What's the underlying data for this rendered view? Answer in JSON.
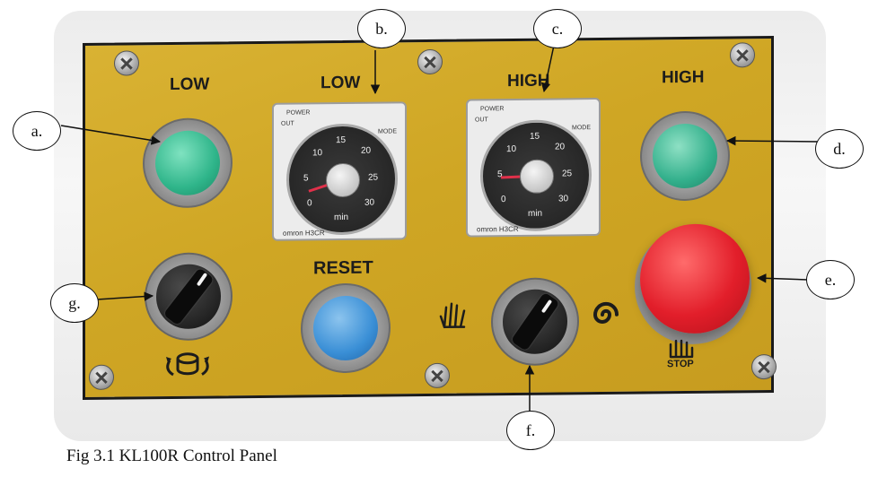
{
  "panel": {
    "labels": {
      "top_left": "LOW",
      "timer_left": "LOW",
      "timer_right": "HIGH",
      "top_right": "HIGH",
      "reset": "RESET",
      "stop": "STOP"
    },
    "timers": [
      {
        "power": "POWER",
        "out": "OUT",
        "mode": "MODE",
        "unit": "min",
        "brand": "omron H3CR",
        "ticks": [
          "0",
          "5",
          "10",
          "15",
          "20",
          "25",
          "30"
        ]
      },
      {
        "power": "POWER",
        "out": "OUT",
        "mode": "MODE",
        "unit": "min",
        "brand": "omron H3CR",
        "ticks": [
          "0",
          "5",
          "10",
          "15",
          "20",
          "25",
          "30"
        ]
      }
    ],
    "lamp_colors": {
      "green_left": "#2fb58a",
      "green_right": "#33b08c",
      "blue_reset": "#3a8fd6",
      "estop_red": "#e21e2a",
      "panel_yellow": "#cfa624"
    }
  },
  "callouts": {
    "a": "a.",
    "b": "b.",
    "c": "c.",
    "d": "d.",
    "e": "e.",
    "f": "f.",
    "g": "g."
  },
  "caption": "Fig 3.1 KL100R Control Panel",
  "icons": [
    "hand-icon",
    "swirl-icon",
    "drum-rotate-icon",
    "stop-hand-icon",
    "screw-icon"
  ]
}
